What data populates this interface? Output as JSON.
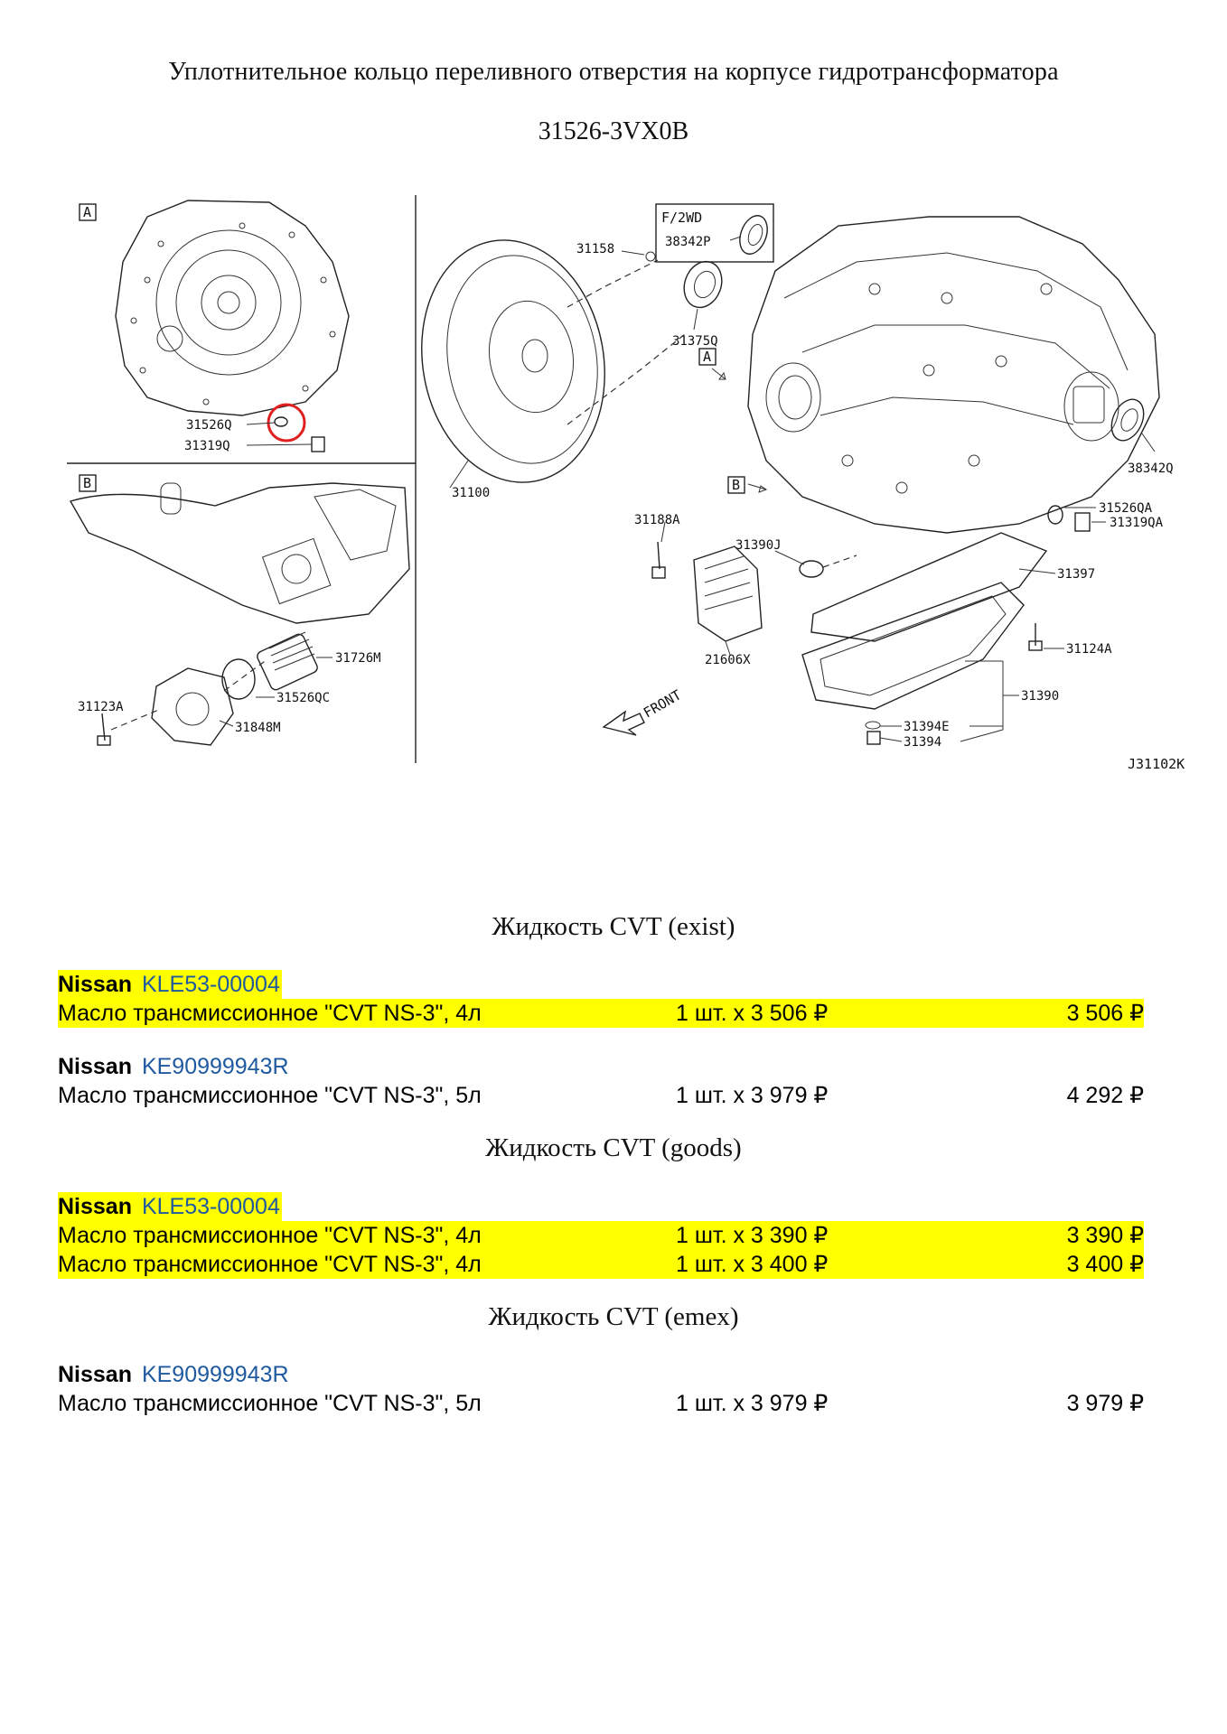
{
  "document": {
    "title": "Уплотнительное кольцо переливного отверстия на корпусе гидротрансформатора",
    "part_number": "31526-3VX0B"
  },
  "diagram": {
    "box_a_label": "A",
    "box_b_label": "B",
    "callout_a": "A",
    "callout_b": "B",
    "f2wd_label": "F/2WD",
    "figure_code": "J31102K",
    "front_label": "FRONT",
    "parts": {
      "p31526Q": "31526Q",
      "p31319Q": "31319Q",
      "p31123A": "31123A",
      "p31726M": "31726M",
      "p31526QC": "31526QC",
      "p31848M": "31848M",
      "p31158": "31158",
      "p38342P": "38342P",
      "p31375Q": "31375Q",
      "p31100": "31100",
      "p31188A": "31188A",
      "p31390J": "31390J",
      "p21606X": "21606X",
      "p38342Q": "38342Q",
      "p31526QA": "31526QA",
      "p31319QA": "31319QA",
      "p31397": "31397",
      "p31124A": "31124A",
      "p31390": "31390",
      "p31394E": "31394E",
      "p31394": "31394"
    }
  },
  "sections": [
    {
      "heading": "Жидкость CVT (exist)",
      "offers": [
        {
          "brand": "Nissan",
          "code": "KLE53-00004",
          "highlighted": true,
          "items": [
            {
              "name": "Масло трансмиссионное \"CVT NS-3\", 4л",
              "qty": "1 шт. x 3 506 ₽",
              "sum": "3 506 ₽"
            }
          ]
        },
        {
          "brand": "Nissan",
          "code": "KE90999943R",
          "highlighted": false,
          "items": [
            {
              "name": "Масло трансмиссионное \"CVT NS-3\", 5л",
              "qty": "1 шт. x 3 979 ₽",
              "sum": "4 292 ₽"
            }
          ]
        }
      ]
    },
    {
      "heading": "Жидкость CVT (goods)",
      "offers": [
        {
          "brand": "Nissan",
          "code": "KLE53-00004",
          "highlighted": true,
          "items": [
            {
              "name": "Масло трансмиссионное \"CVT NS-3\", 4л",
              "qty": "1 шт. x 3 390 ₽",
              "sum": "3 390 ₽"
            },
            {
              "name": "Масло трансмиссионное \"CVT NS-3\", 4л",
              "qty": "1 шт. x 3 400 ₽",
              "sum": "3 400 ₽"
            }
          ]
        }
      ]
    },
    {
      "heading": "Жидкость CVT (emex)",
      "offers": [
        {
          "brand": "Nissan",
          "code": "KE90999943R",
          "highlighted": false,
          "items": [
            {
              "name": "Масло трансмиссионное \"CVT NS-3\", 5л",
              "qty": "1 шт. x 3 979 ₽",
              "sum": "3 979 ₽"
            }
          ]
        }
      ]
    }
  ],
  "colors": {
    "highlight": "#ffff00",
    "part_code_link": "#1f5aa0",
    "callout_circle": "#e02020"
  }
}
